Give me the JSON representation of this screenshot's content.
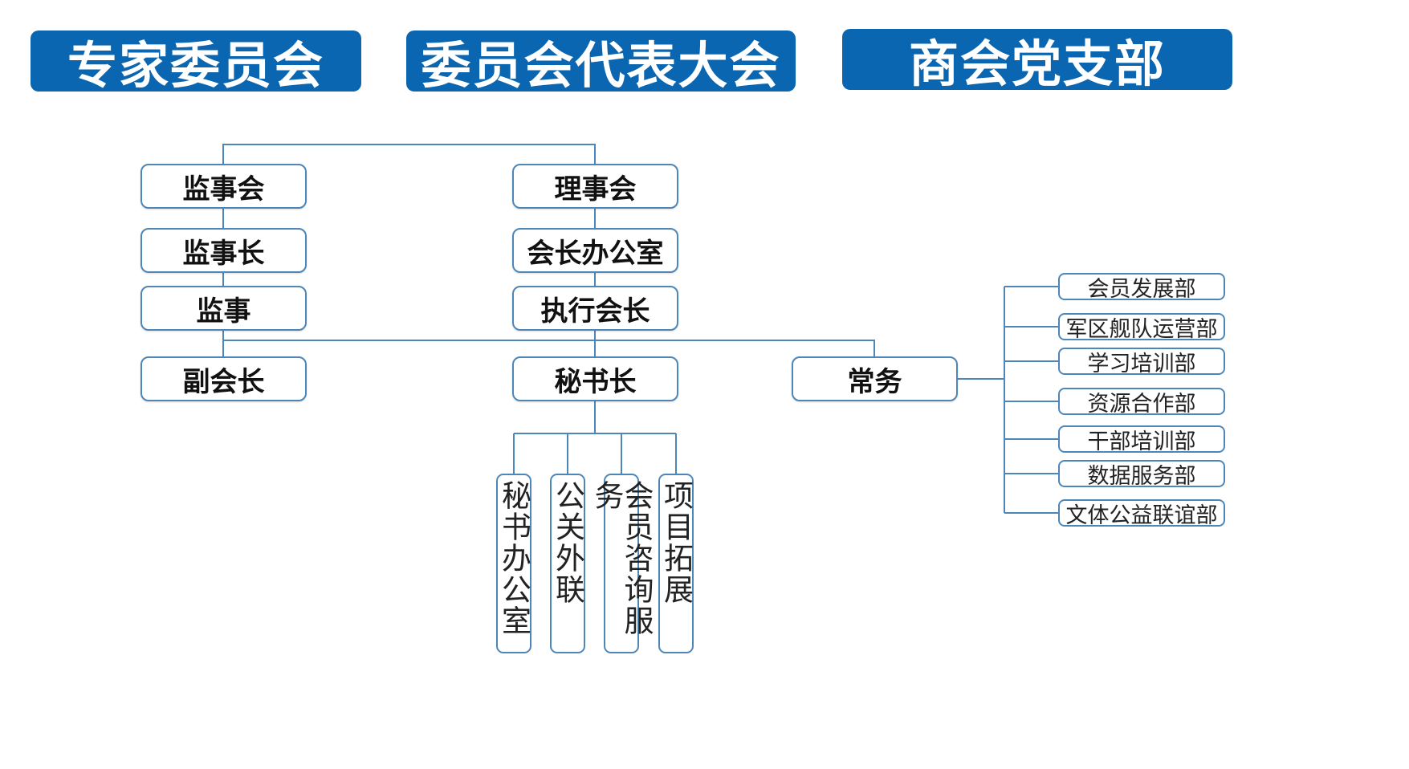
{
  "banners": {
    "expert": "专家委员会",
    "congress": "委员会代表大会",
    "party": "商会党支部"
  },
  "org": {
    "supervisory_board": "监事会",
    "chief_supervisor": "监事长",
    "supervisor": "监事",
    "council": "理事会",
    "president_office": "会长办公室",
    "executive_president": "执行会长",
    "vice_president": "副会长",
    "secretary_general": "秘书长",
    "standing_affairs": "常务"
  },
  "secretariat": [
    "秘书办公室",
    "公关外联",
    "会员咨询服务",
    "项目拓展"
  ],
  "departments": [
    "会员发展部",
    "军区舰队运营部",
    "学习培训部",
    "资源合作部",
    "干部培训部",
    "数据服务部",
    "文体公益联谊部"
  ],
  "colors": {
    "banner": "#0b66b1",
    "line": "#4f86b8"
  }
}
